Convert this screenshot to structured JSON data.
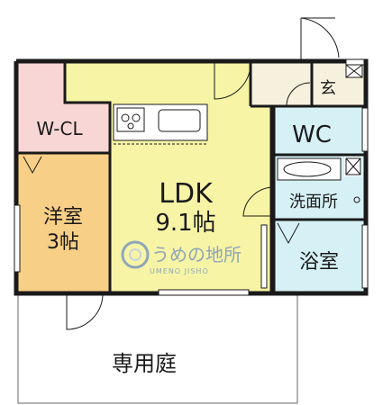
{
  "rooms": {
    "ldk_name": "LDK",
    "ldk_size": "9.1帖",
    "western_name": "洋室",
    "western_size": "3帖",
    "wcl": "W-CL",
    "wc": "WC",
    "entrance": "玄",
    "washroom": "洗面所",
    "bathroom": "浴室",
    "garden": "専用庭"
  },
  "watermark": {
    "name": "うめの地所",
    "romaji": "UMENO JISHO"
  },
  "colors": {
    "ldk": "#f7f4a6",
    "western": "#f8cf86",
    "wcl": "#f9d6d6",
    "wet": "#d6f1f6",
    "entrance": "#f6f1dd",
    "wall": "#1a1a1a"
  }
}
